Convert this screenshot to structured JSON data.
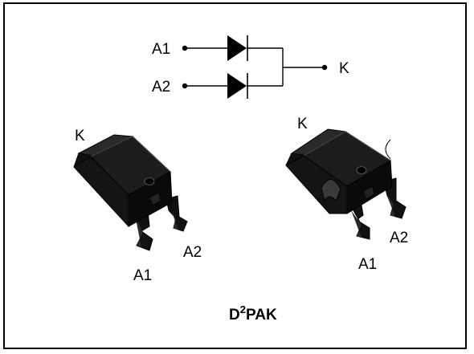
{
  "schematic": {
    "anode1_label": "A1",
    "anode2_label": "A2",
    "cathode_label": "K"
  },
  "package_left": {
    "cathode_label": "K",
    "pin1_label": "A1",
    "pin2_label": "A2"
  },
  "package_right": {
    "cathode_label": "K",
    "pin1_label": "A1",
    "pin2_label": "A2"
  },
  "package_name": {
    "base": "D",
    "superscript": "2",
    "suffix": "PAK"
  },
  "colors": {
    "line": "#000000",
    "body": "#0a0a0a",
    "body_face": "#1c1c1c",
    "body_highlight": "#3a3a3a",
    "background": "#ffffff"
  }
}
